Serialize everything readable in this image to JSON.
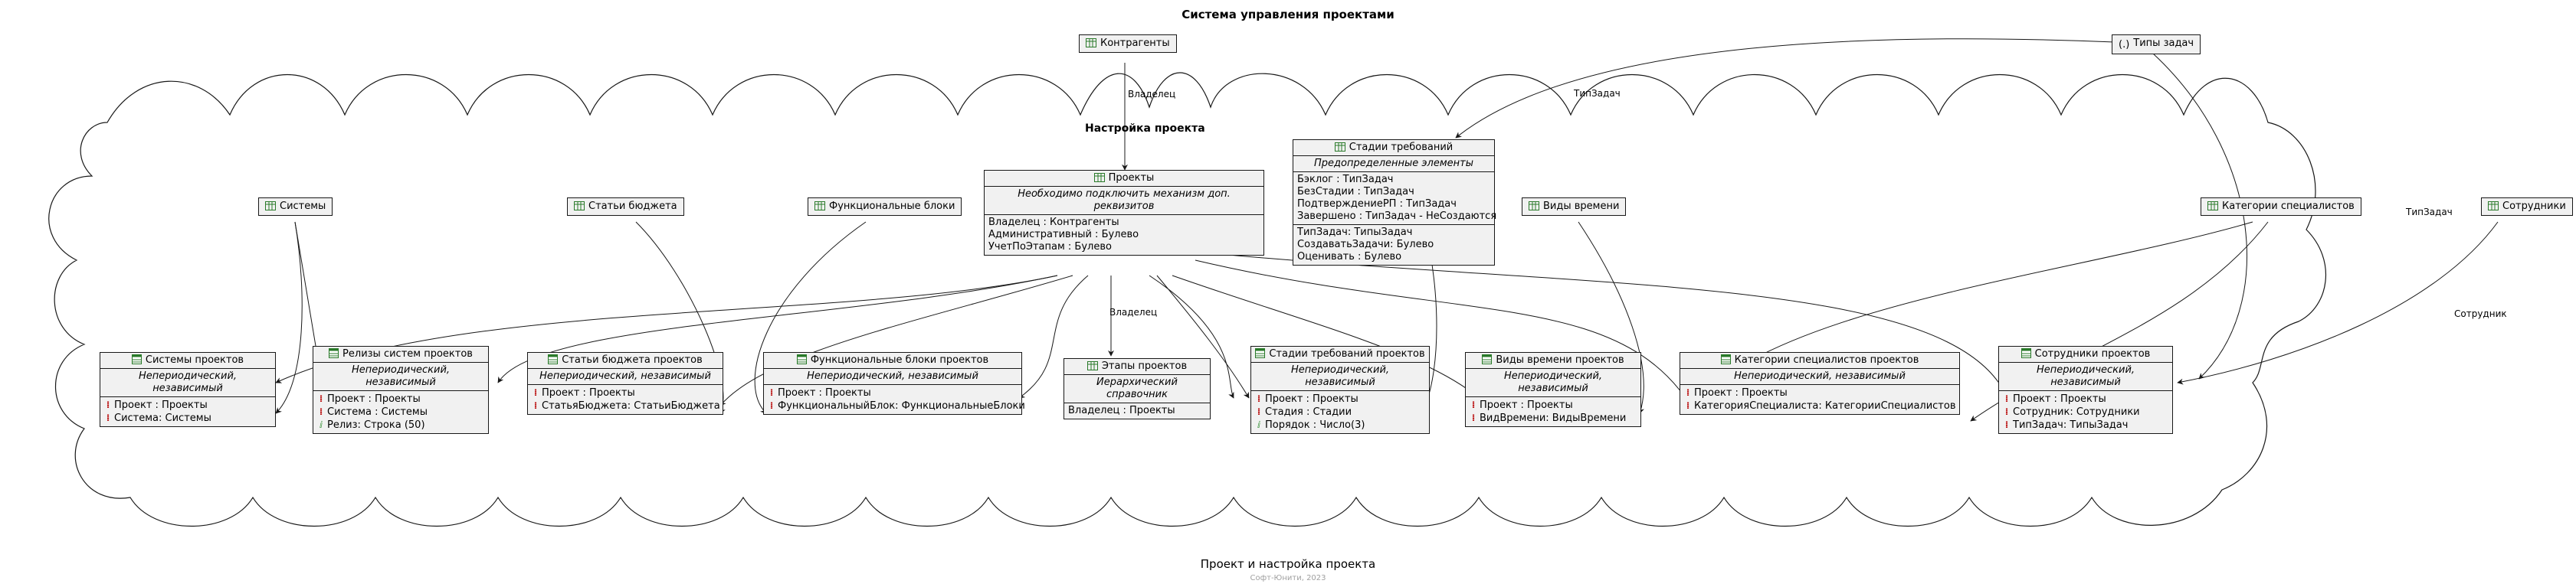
{
  "title": "Система управления проектами",
  "footer": "Проект и настройка проекта",
  "footer_sub": "Софт-Юнити, 2023",
  "package_label": "Настройка проекта",
  "edge_labels": {
    "owner_top": "Владелец",
    "owner_mid": "Владелец",
    "tiptask_top": "ТипЗадач",
    "tiptask_right": "ТипЗадач",
    "employee": "Сотрудник"
  },
  "colors": {
    "node_bg": "#f1f1f1",
    "border": "#181818",
    "key_marker": "#bb1111",
    "attr_marker": "#2a8a2a"
  },
  "icons": {
    "catalog": "catalog-table-icon",
    "register": "register-table-icon",
    "enum": "enum-icon"
  },
  "nodes": {
    "kontragenty": {
      "name": "Контрагенты"
    },
    "tipy_zadach": {
      "name": "Типы задач",
      "icon": "(.)"
    },
    "sistemy": {
      "name": "Системы"
    },
    "stati_byudzheta": {
      "name": "Статьи бюджета"
    },
    "func_bloki": {
      "name": "Функциональные блоки"
    },
    "vidy_vremeni": {
      "name": "Виды времени"
    },
    "kategorii": {
      "name": "Категории специалистов"
    },
    "sotrudniki": {
      "name": "Сотрудники"
    },
    "proekty": {
      "name": "Проекты",
      "note": "Необходимо подключить механизм доп. реквизитов",
      "attrs": [
        "Владелец : Контрагенты",
        "Административный : Булево",
        "УчетПоЭтапам : Булево"
      ]
    },
    "stadii_trebovaniy": {
      "name": "Стадии требований",
      "note": "Предопределенные элементы",
      "predef": [
        "Бэклог : ТипЗадач",
        "БезСтадии : ТипЗадач",
        "ПодтверждениеРП : ТипЗадач",
        "Завершено : ТипЗадач - НеСоздаются"
      ],
      "attrs": [
        "ТипЗадач: ТипыЗадач",
        "СоздаватьЗадачи: Булево",
        "Оценивать : Булево"
      ]
    },
    "sistemy_proektov": {
      "name": "Системы проектов",
      "note": "Непериодический, независимый",
      "rows": [
        {
          "m": "key",
          "t": "Проект : Проекты"
        },
        {
          "m": "key",
          "t": "Система: Системы"
        }
      ]
    },
    "relizy": {
      "name": "Релизы систем проектов",
      "note": "Непериодический, независимый",
      "rows": [
        {
          "m": "key",
          "t": "Проект : Проекты"
        },
        {
          "m": "key",
          "t": "Система : Системы"
        },
        {
          "m": "attr",
          "t": "Релиз: Строка (50)"
        }
      ]
    },
    "stati_byudzheta_proektov": {
      "name": "Статьи бюджета проектов",
      "note": "Непериодический, независимый",
      "rows": [
        {
          "m": "key",
          "t": "Проект : Проекты"
        },
        {
          "m": "key",
          "t": "СтатьяБюджета: СтатьиБюджета"
        }
      ]
    },
    "func_bloki_proektov": {
      "name": "Функциональные блоки проектов",
      "note": "Непериодический, независимый",
      "rows": [
        {
          "m": "key",
          "t": "Проект : Проекты"
        },
        {
          "m": "key",
          "t": "ФункциональныйБлок: ФункциональныеБлоки"
        }
      ]
    },
    "etapy_proektov": {
      "name": "Этапы проектов",
      "note": "Иерархический справочник",
      "rows": [
        {
          "m": "",
          "t": "Владелец : Проекты"
        }
      ]
    },
    "stadii_trebovaniy_proektov": {
      "name": "Стадии требований проектов",
      "note": "Непериодический, независимый",
      "rows": [
        {
          "m": "key",
          "t": "Проект : Проекты"
        },
        {
          "m": "key",
          "t": "Стадия : Стадии"
        },
        {
          "m": "attr",
          "t": "Порядок : Число(3)"
        }
      ]
    },
    "vidy_vremeni_proektov": {
      "name": "Виды времени проектов",
      "note": "Непериодический, независимый",
      "rows": [
        {
          "m": "key",
          "t": "Проект : Проекты"
        },
        {
          "m": "key",
          "t": "ВидВремени: ВидыВремени"
        }
      ]
    },
    "kategorii_proektov": {
      "name": "Категории специалистов проектов",
      "note": "Непериодический, независимый",
      "rows": [
        {
          "m": "key",
          "t": "Проект : Проекты"
        },
        {
          "m": "key",
          "t": "КатегорияСпециалиста: КатегорииСпециалистов"
        }
      ]
    },
    "sotrudniki_proektov": {
      "name": "Сотрудники проектов",
      "note": "Непериодический, независимый",
      "rows": [
        {
          "m": "key",
          "t": "Проект : Проекты"
        },
        {
          "m": "key",
          "t": "Сотрудник: Сотрудники"
        },
        {
          "m": "key",
          "t": "ТипЗадач: ТипыЗадач"
        }
      ]
    }
  }
}
